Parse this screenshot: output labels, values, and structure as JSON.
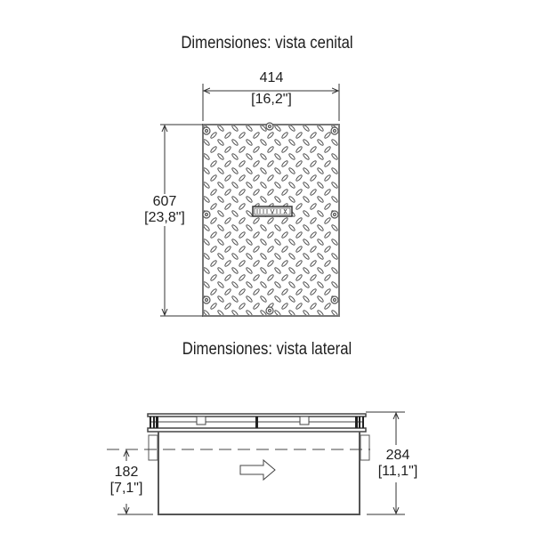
{
  "top_view": {
    "title": "Dimensiones: vista cenital",
    "width_dim": {
      "mm": "414",
      "inch": "[16,2\"]"
    },
    "height_dim": {
      "mm": "607",
      "inch": "[23,8\"]"
    },
    "plate_pattern": "diamond-tread",
    "label_plate": "logo-plate"
  },
  "side_view": {
    "title": "Dimensiones: vista lateral",
    "inlet_height_dim": {
      "mm": "182",
      "inch": "[7,1\"]"
    },
    "total_height_dim": {
      "mm": "284",
      "inch": "[11,1\"]"
    },
    "flow_direction": "right"
  },
  "colors": {
    "line": "#4a4a4a",
    "text": "#1e1e1e",
    "background": "#ffffff"
  }
}
